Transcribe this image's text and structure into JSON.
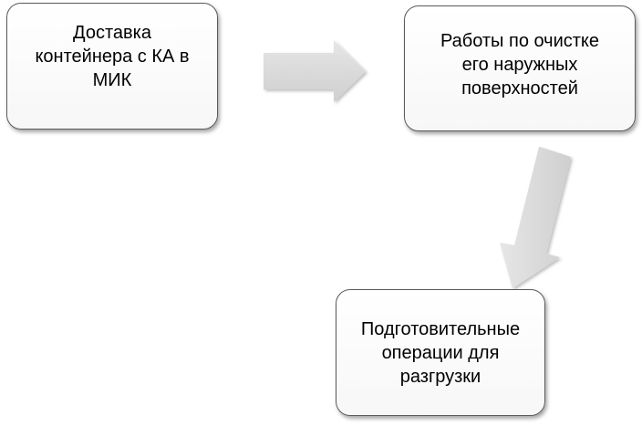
{
  "diagram": {
    "nodes": [
      {
        "id": "n1",
        "label": "Доставка\nконтейнера с  КА в\nМИК"
      },
      {
        "id": "n2",
        "label": "Работы по очистке\nего наружных\nповерхностей"
      },
      {
        "id": "n3",
        "label": "Подготовительные\nоперации для\nразгрузки"
      }
    ],
    "edges": [
      {
        "from": "n1",
        "to": "n2"
      },
      {
        "from": "n2",
        "to": "n3"
      }
    ],
    "colors": {
      "box_border": "#5a5a5a",
      "arrow_fill": "#d9d9d9",
      "text": "#000000"
    }
  }
}
